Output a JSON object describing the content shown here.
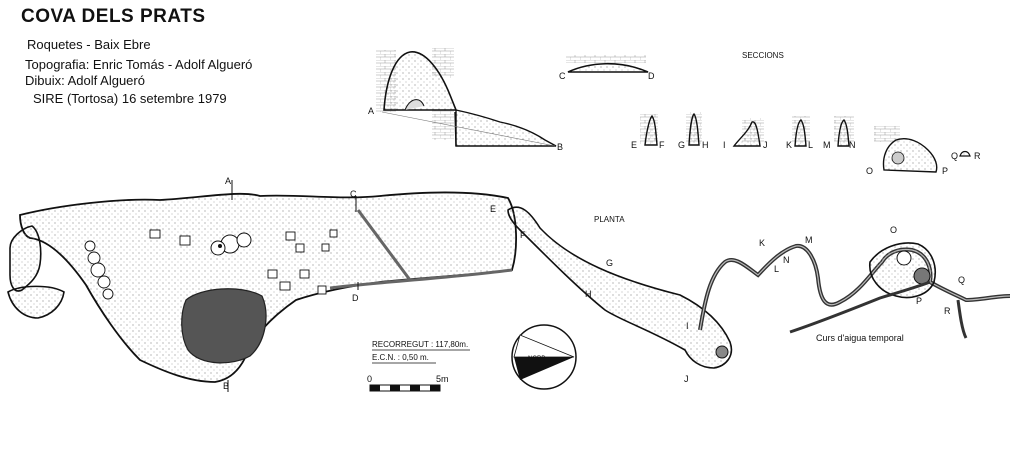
{
  "header": {
    "title": "COVA DELS PRATS",
    "location": "Roquetes - Baix Ebre",
    "topography": "Topografia: Enric Tomás - Adolf Algueró",
    "drawing": "Dibuix:  Adolf Algueró",
    "org_date": "SIRE (Tortosa)    16 setembre 1979"
  },
  "labels": {
    "sections_title": "SECCIONS",
    "plan_title": "PLANTA",
    "stream": "Curs d'aigua temporal",
    "route": "RECORREGUT :  117,80m.",
    "ecn": "E.C.N. : 0,50 m.",
    "scale_start": "0",
    "scale_end": "5m",
    "north": "NORD"
  },
  "section_letters": {
    "A": "A",
    "B": "B",
    "C": "C",
    "D": "D",
    "E": "E",
    "F": "F",
    "G": "G",
    "H": "H",
    "I": "I",
    "J": "J",
    "K": "K",
    "L": "L",
    "M": "M",
    "N": "N",
    "O": "O",
    "P": "P",
    "Q": "Q",
    "R": "R"
  },
  "colors": {
    "ink": "#111111",
    "stipple": "#9a9a9a",
    "lake": "#555555"
  }
}
